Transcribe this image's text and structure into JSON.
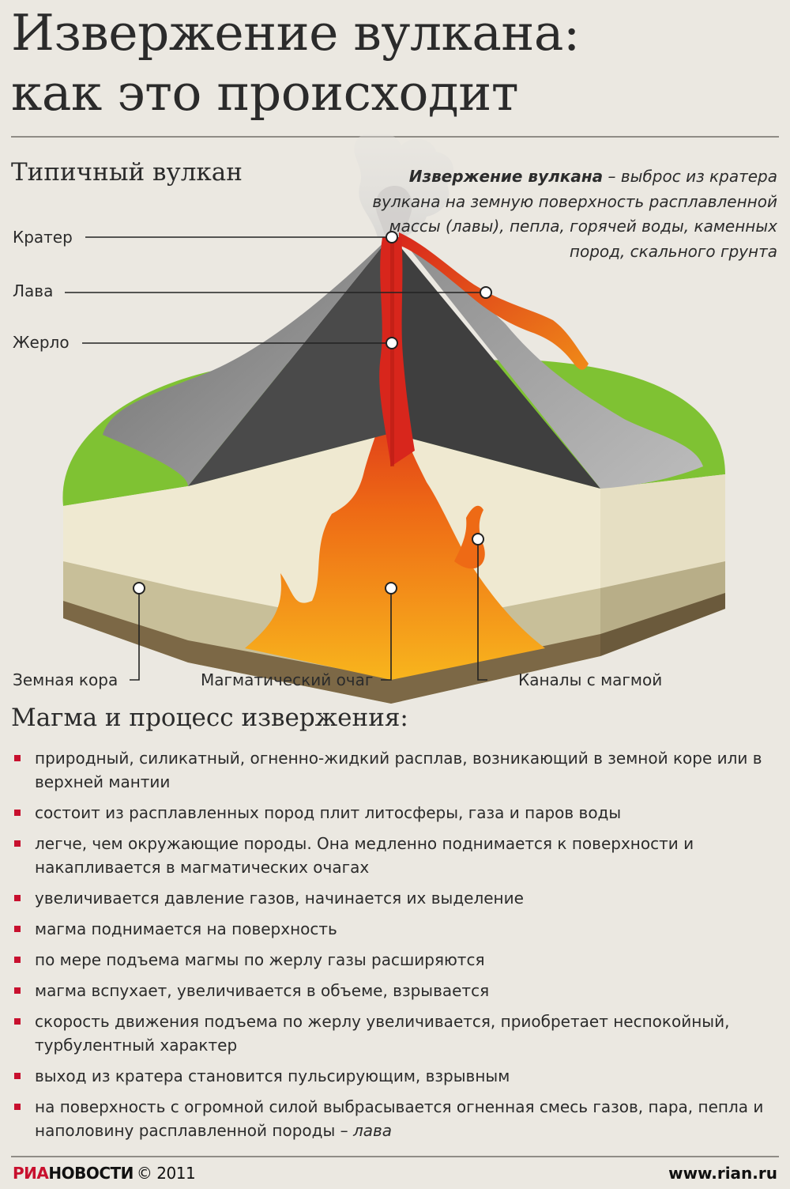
{
  "title": {
    "line1": "Извержение вулкана:",
    "line2": "как это происходит"
  },
  "subtitle": "Типичный вулкан",
  "definition": {
    "term": "Извержение вулкана",
    "text": " – выброс из кратера вулкана на земную поверхность расплавленной массы (лавы), пепла, горячей воды, каменных пород, скального грунта"
  },
  "labels": {
    "crater": "Кратер",
    "lava": "Лава",
    "vent": "Жерло",
    "crust": "Земная кора",
    "chamber": "Магматический очаг",
    "channels": "Каналы с магмой"
  },
  "section_title": "Магма и процесс извержения:",
  "facts": [
    "природный, силикатный, огненно-жидкий расплав, возникающий в земной коре или в верхней мантии",
    "состоит из расплавленных пород плит литосферы, газа и паров воды",
    "легче, чем окружающие породы. Она медленно поднимается к поверхности и накапливается в магматических очагах",
    "увеличивается давление газов, начинается их выделение",
    "магма поднимается на поверхность",
    "по мере подъема магмы по жерлу газы расширяются",
    "магма вспухает, увеличивается в объеме, взрывается",
    "скорость движения подъема по жерлу увеличивается, приобретает неспокойный, турбулентный характер",
    "выход из кратера становится пульсирующим, взрывным",
    "на поверхность с огромной силой выбрасывается огненная смесь газов, пара, пепла и наполовину расплавленной породы – "
  ],
  "last_fact_emphasis": "лава",
  "footer": {
    "brand_part1": "РИА",
    "brand_part2": "НОВОСТИ",
    "copyright": "© 2011",
    "site": "www.rian.ru"
  },
  "colors": {
    "background": "#ebe8e1",
    "lava_red": "#d8261c",
    "lava_orange": "#ee6a15",
    "lava_yellow": "#f8b51d",
    "grass": "#7fc233",
    "rock_dark": "#4a4a4a",
    "rock_light": "#9a9a9a",
    "bullet": "#c8102e"
  }
}
